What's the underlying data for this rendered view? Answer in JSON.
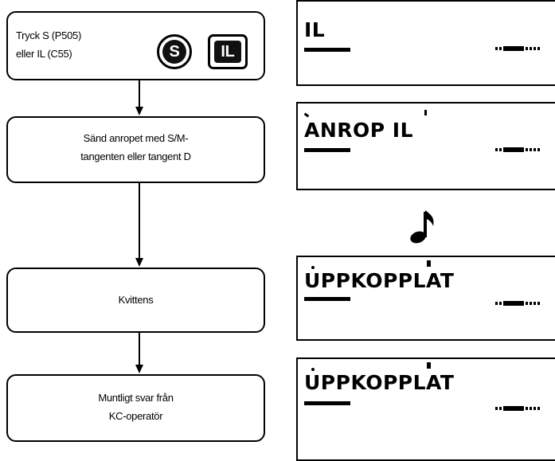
{
  "flow": {
    "step1": {
      "line1": "Tryck S (P505)",
      "line2": "eller IL (C55)",
      "key_s_label": "S",
      "key_il_label": "IL"
    },
    "step2": {
      "line1": "Sänd anropet med S/M-",
      "line2": "tangenten eller tangent D"
    },
    "step3": {
      "line1": "Kvittens"
    },
    "step4": {
      "line1": "Muntligt svar från",
      "line2": "KC-operatör"
    }
  },
  "displays": {
    "d1": {
      "text": "IL"
    },
    "d2": {
      "text": "ANROP IL"
    },
    "d3": {
      "text": "UPPKOPPLAT"
    },
    "d4": {
      "text": "UPPKOPPLAT"
    }
  },
  "icons": {
    "note": "music-note-icon",
    "key_s": "s-key-icon",
    "key_il": "il-key-icon",
    "signal": "signal-strength-icon"
  },
  "colors": {
    "ink": "#000000",
    "background": "#ffffff"
  }
}
